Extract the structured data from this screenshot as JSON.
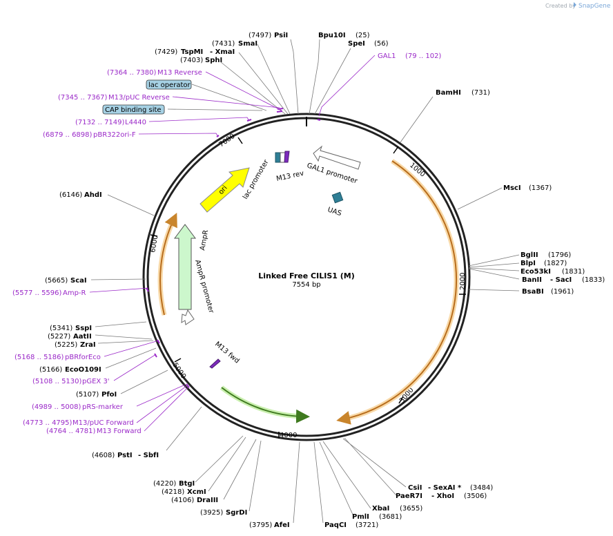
{
  "credit": {
    "prefix": "Created by",
    "brand": "SnapGene"
  },
  "title": "Linked Free CILIS1 (M)",
  "length": "7554 bp",
  "ticks": [
    "1000",
    "2000",
    "3000",
    "4000",
    "5000",
    "6000",
    "7000"
  ],
  "features": {
    "gal1_promoter": "GAL1 promoter",
    "uas": "UAS",
    "lac_promoter": "lac promoter",
    "m13_rev": "M13 rev",
    "ori": "ori",
    "ampr": "AmpR",
    "ampr_promoter": "AmpR promoter",
    "m13_fwd": "M13 fwd"
  },
  "boxes": {
    "lac_operator": "lac operator",
    "cap_binding_site": "CAP binding site"
  },
  "primers": [
    {
      "range": "(79 .. 102)",
      "name": "GAL1"
    },
    {
      "range": "(7364 .. 7380)",
      "name": "M13 Reverse"
    },
    {
      "range": "(7345 .. 7367)",
      "name": "M13/pUC Reverse"
    },
    {
      "range": "(7132 .. 7149)",
      "name": "L4440"
    },
    {
      "range": "(6879 .. 6898)",
      "name": "pBR322ori-F"
    },
    {
      "range": "(5577 .. 5596)",
      "name": "Amp-R"
    },
    {
      "range": "(5168 .. 5186)",
      "name": "pBRforEco"
    },
    {
      "range": "(5108 .. 5130)",
      "name": "pGEX 3'"
    },
    {
      "range": "(4989 .. 5008)",
      "name": "pRS-marker"
    },
    {
      "range": "(4773 .. 4795)",
      "name": "M13/pUC Forward"
    },
    {
      "range": "(4764 .. 4781)",
      "name": "M13 Forward"
    }
  ],
  "enzymes": [
    {
      "name": "PsiI",
      "pos": "(7497)"
    },
    {
      "name": "Bpu10I",
      "pos": "(25)"
    },
    {
      "name": "SmaI",
      "pos": "(7431)"
    },
    {
      "name": "SpeI",
      "pos": "(56)"
    },
    {
      "name": "TspMI",
      "extra": "- XmaI",
      "pos": "(7429)"
    },
    {
      "name": "SphI",
      "pos": "(7403)"
    },
    {
      "name": "BamHI",
      "pos": "(731)"
    },
    {
      "name": "MscI",
      "pos": "(1367)"
    },
    {
      "name": "AhdI",
      "pos": "(6146)"
    },
    {
      "name": "BglII",
      "pos": "(1796)"
    },
    {
      "name": "BlpI",
      "pos": "(1827)"
    },
    {
      "name": "Eco53kI",
      "pos": "(1831)"
    },
    {
      "name": "BanII",
      "extra": "- SacI",
      "pos": "(1833)"
    },
    {
      "name": "BsaBI",
      "pos": "(1961)"
    },
    {
      "name": "ScaI",
      "pos": "(5665)"
    },
    {
      "name": "SspI",
      "pos": "(5341)"
    },
    {
      "name": "AatII",
      "pos": "(5227)"
    },
    {
      "name": "ZraI",
      "pos": "(5225)"
    },
    {
      "name": "EcoO109I",
      "pos": "(5166)"
    },
    {
      "name": "PfoI",
      "pos": "(5107)"
    },
    {
      "name": "PstI",
      "extra": "- SbfI",
      "pos": "(4608)"
    },
    {
      "name": "BtgI",
      "pos": "(4220)"
    },
    {
      "name": "XcmI",
      "pos": "(4218)"
    },
    {
      "name": "DraIII",
      "pos": "(4106)"
    },
    {
      "name": "SgrDI",
      "pos": "(3925)"
    },
    {
      "name": "AfeI",
      "pos": "(3795)"
    },
    {
      "name": "PaqCI",
      "pos": "(3721)"
    },
    {
      "name": "PmlI",
      "pos": "(3681)"
    },
    {
      "name": "XbaI",
      "pos": "(3655)"
    },
    {
      "name": "CsiI",
      "extra": "- SexAI *",
      "pos": "(3484)"
    },
    {
      "name": "PaeR7I",
      "extra": "- XhoI",
      "pos": "(3506)"
    }
  ]
}
